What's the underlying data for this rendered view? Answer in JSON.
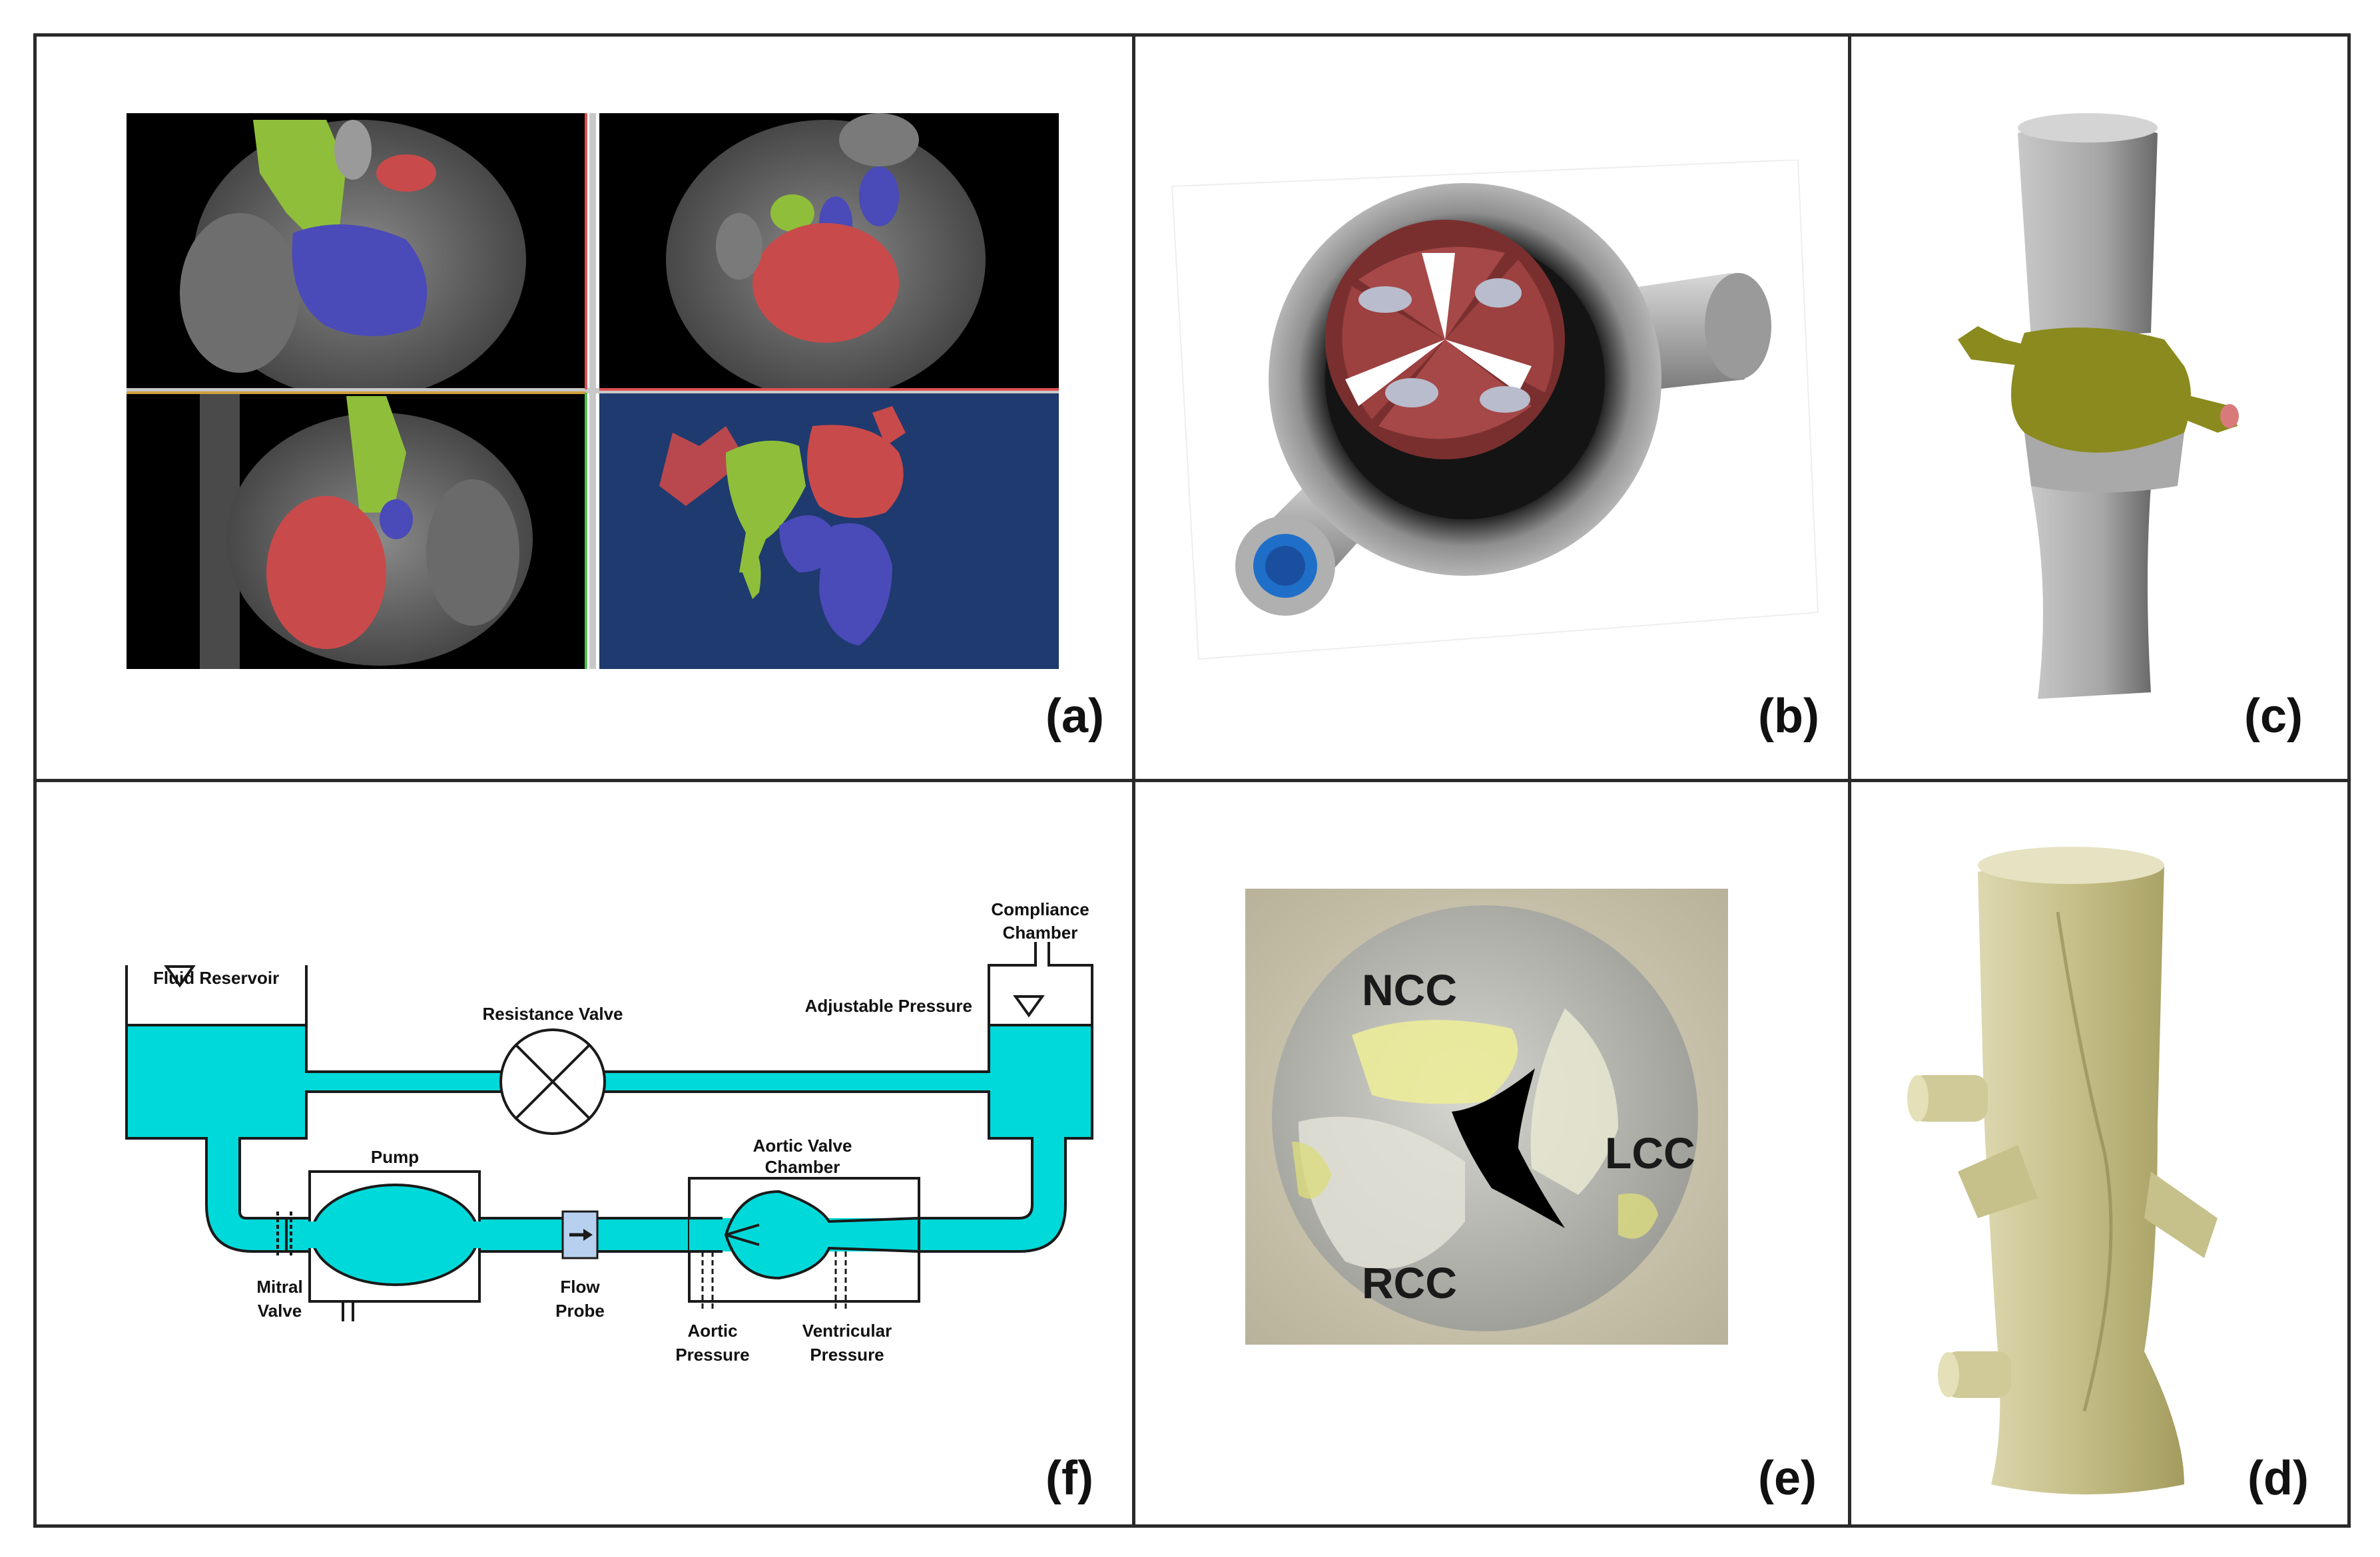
{
  "panels": {
    "a": {
      "label": "(a)"
    },
    "b": {
      "label": "(b)"
    },
    "c": {
      "label": "(c)"
    },
    "d": {
      "label": "(d)"
    },
    "e": {
      "label": "(e)",
      "ncc": "NCC",
      "lcc": "LCC",
      "rcc": "RCC"
    },
    "f": {
      "label": "(f)",
      "fluid_reservoir": "Fluid Reservoir",
      "resistance_valve": "Resistance Valve",
      "compliance_line1": "Compliance",
      "compliance_line2": "Chamber",
      "adjustable_pressure": "Adjustable Pressure",
      "pump": "Pump",
      "aortic_chamber_line1": "Aortic Valve",
      "aortic_chamber_line2": "Chamber",
      "mitral_line1": "Mitral",
      "mitral_line2": "Valve",
      "flow_line1": "Flow",
      "flow_line2": "Probe",
      "aortic_pressure_line1": "Aortic",
      "aortic_pressure_line2": "Pressure",
      "ventricular_pressure_line1": "Ventricular",
      "ventricular_pressure_line2": "Pressure"
    }
  },
  "colors": {
    "fluid": "#00d9d9",
    "border": "#2a2a2a",
    "ct_background": "#000000",
    "render_background": "#1f3a6e",
    "green_segment": "#8fbf3a",
    "red_segment": "#c94a4a",
    "blue_segment": "#4a4ab8",
    "model_gray": "#a9a9a9",
    "olive_model": "#8a8a1e"
  }
}
